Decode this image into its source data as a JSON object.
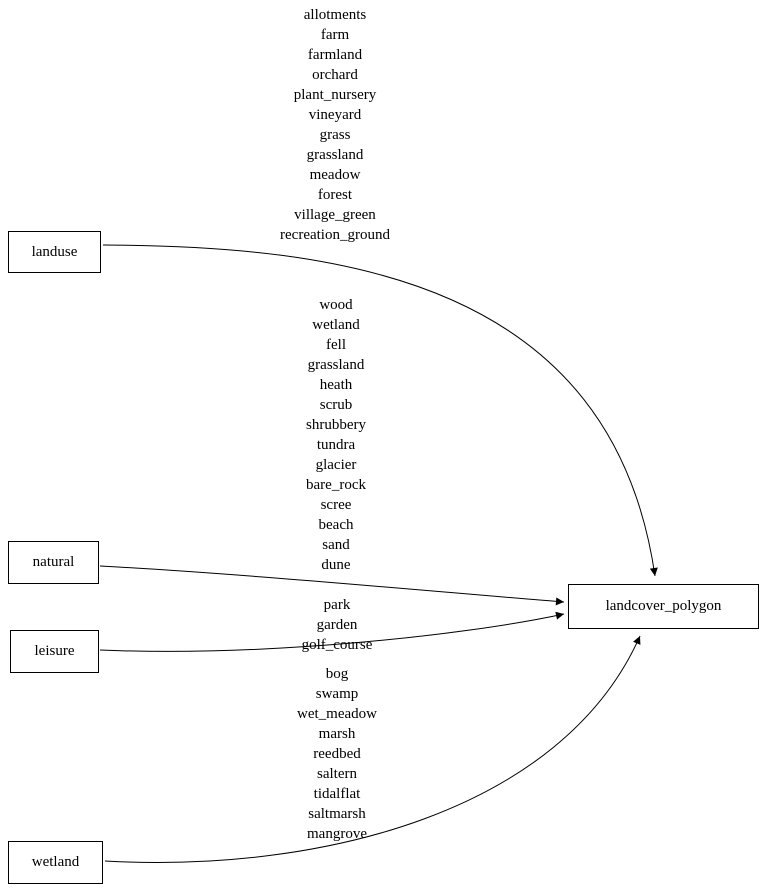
{
  "diagram": {
    "nodes": {
      "landuse": {
        "label": "landuse"
      },
      "natural": {
        "label": "natural"
      },
      "leisure": {
        "label": "leisure"
      },
      "wetland": {
        "label": "wetland"
      },
      "landcover": {
        "label": "landcover_polygon"
      }
    },
    "edges": {
      "landuse": {
        "from": "landuse",
        "to": "landcover_polygon",
        "label": "allotments\nfarm\nfarmland\norchard\nplant_nursery\nvineyard\ngrass\ngrassland\nmeadow\nforest\nvillage_green\nrecreation_ground"
      },
      "natural": {
        "from": "natural",
        "to": "landcover_polygon",
        "label": "wood\nwetland\nfell\ngrassland\nheath\nscrub\nshrubbery\ntundra\nglacier\nbare_rock\nscree\nbeach\nsand\ndune"
      },
      "leisure": {
        "from": "leisure",
        "to": "landcover_polygon",
        "label": "park\ngarden\ngolf_course"
      },
      "wetland": {
        "from": "wetland",
        "to": "landcover_polygon",
        "label": "bog\nswamp\nwet_meadow\nmarsh\nreedbed\nsaltern\ntidalflat\nsaltmarsh\nmangrove"
      }
    },
    "colors": {
      "line": "#000000",
      "background": "#ffffff",
      "text": "#000000"
    }
  }
}
